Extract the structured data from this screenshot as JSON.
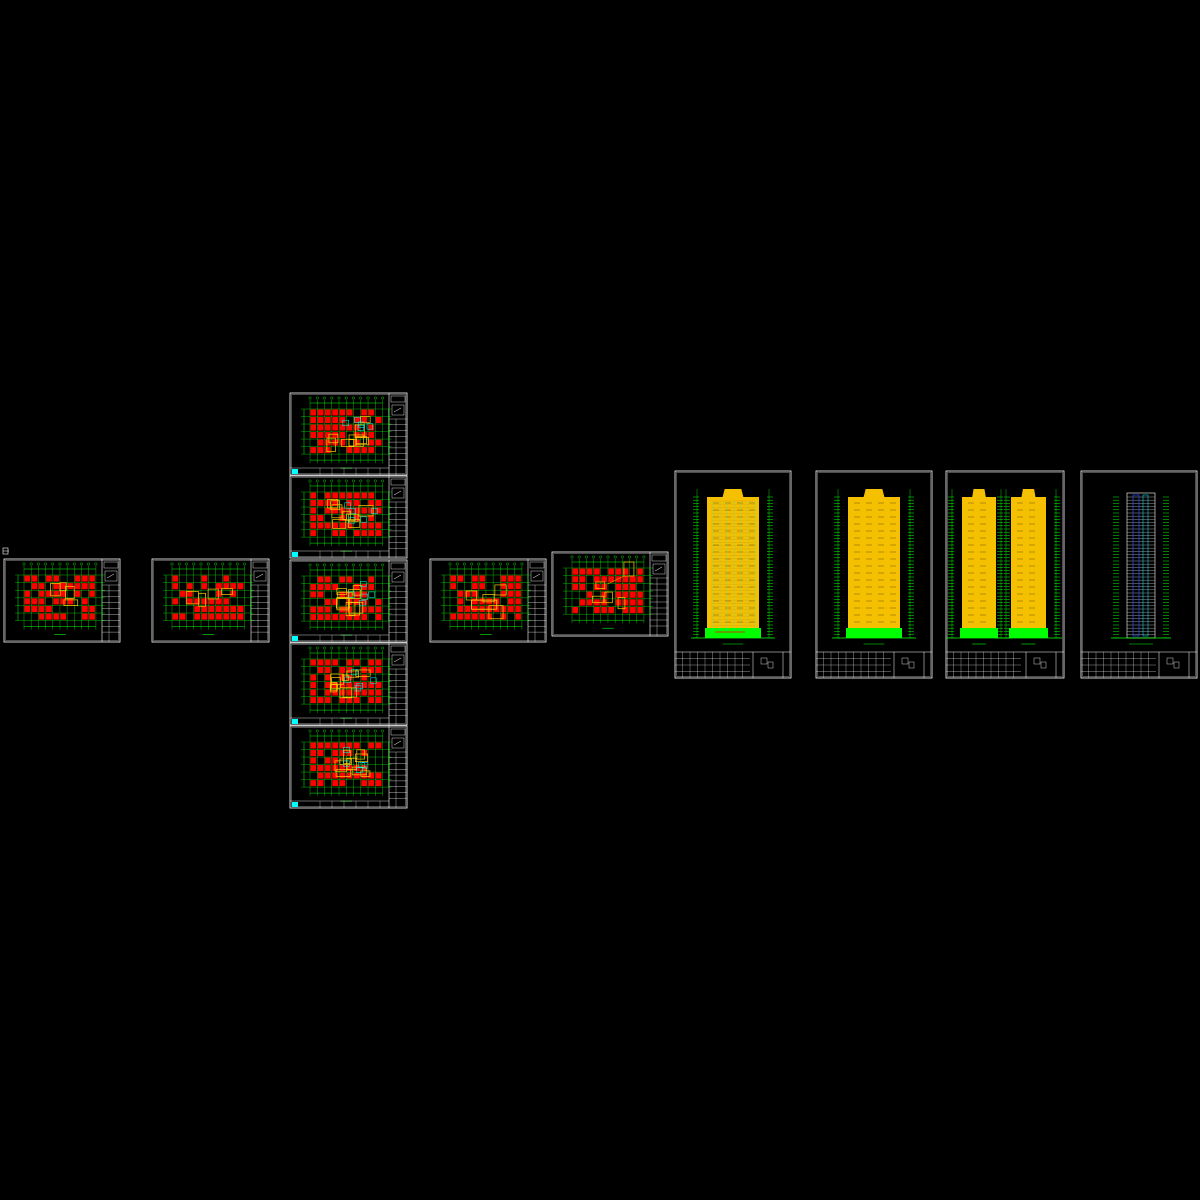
{
  "viewer": {
    "background": "#000000",
    "colors": {
      "frame": "#ffffff",
      "grid": "#00ff00",
      "column": "#ff0000",
      "wall": "#ffcc00",
      "fill": "#f5c000",
      "accent": "#00ffff",
      "blue": "#3050ff"
    }
  },
  "sheets": [
    {
      "id": "plan-1",
      "kind": "plan"
    },
    {
      "id": "plan-2",
      "kind": "plan"
    },
    {
      "id": "plan-3a",
      "kind": "plan"
    },
    {
      "id": "plan-3b",
      "kind": "plan"
    },
    {
      "id": "plan-3c",
      "kind": "plan"
    },
    {
      "id": "plan-3d",
      "kind": "plan"
    },
    {
      "id": "plan-3e",
      "kind": "plan"
    },
    {
      "id": "plan-4",
      "kind": "plan"
    },
    {
      "id": "plan-5",
      "kind": "plan"
    },
    {
      "id": "elevation-front",
      "kind": "elevation"
    },
    {
      "id": "elevation-rear",
      "kind": "elevation"
    },
    {
      "id": "elevation-sides",
      "kind": "elevation"
    },
    {
      "id": "section",
      "kind": "section"
    }
  ]
}
